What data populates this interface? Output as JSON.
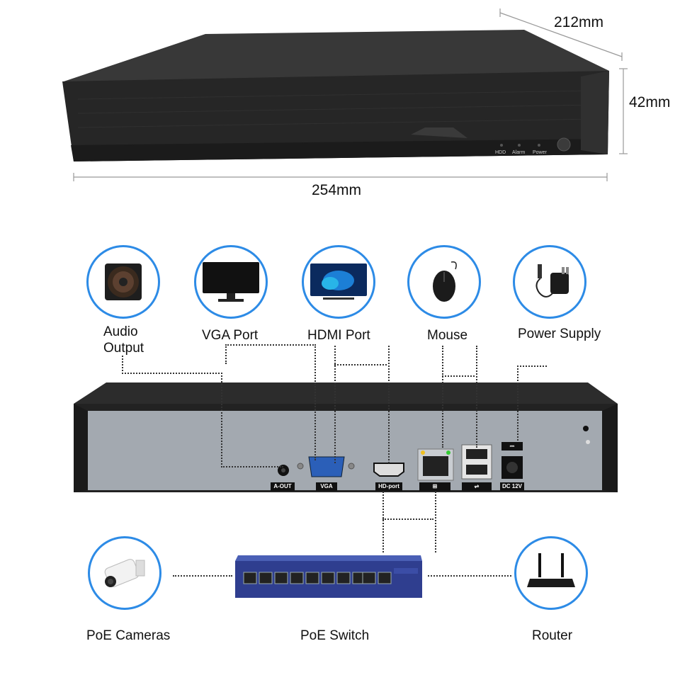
{
  "dimensions": {
    "depth": "212mm",
    "height": "42mm",
    "width": "254mm"
  },
  "front_panel": {
    "leds": [
      "HDD",
      "Alarm",
      "Power"
    ]
  },
  "connections": [
    {
      "label": "Audio\nOutput",
      "icon": "speaker-icon"
    },
    {
      "label": "VGA Port",
      "icon": "monitor-icon"
    },
    {
      "label": "HDMI Port",
      "icon": "tv-icon"
    },
    {
      "label": "Mouse",
      "icon": "mouse-icon"
    },
    {
      "label": "Power Supply",
      "icon": "power-adapter-icon"
    }
  ],
  "rear_panel": {
    "ports": {
      "audio": "A-OUT",
      "vga": "VGA",
      "hdmi": "HD-port",
      "dc": "DC 12V"
    }
  },
  "network": {
    "cameras": "PoE Cameras",
    "switch": "PoE Switch",
    "router": "Router"
  },
  "colors": {
    "accent_circle": "#2d8be6",
    "device_body": "#2a2a2a",
    "rear_panel": "#a3a9b0",
    "switch_body": "#2f3e8f"
  }
}
